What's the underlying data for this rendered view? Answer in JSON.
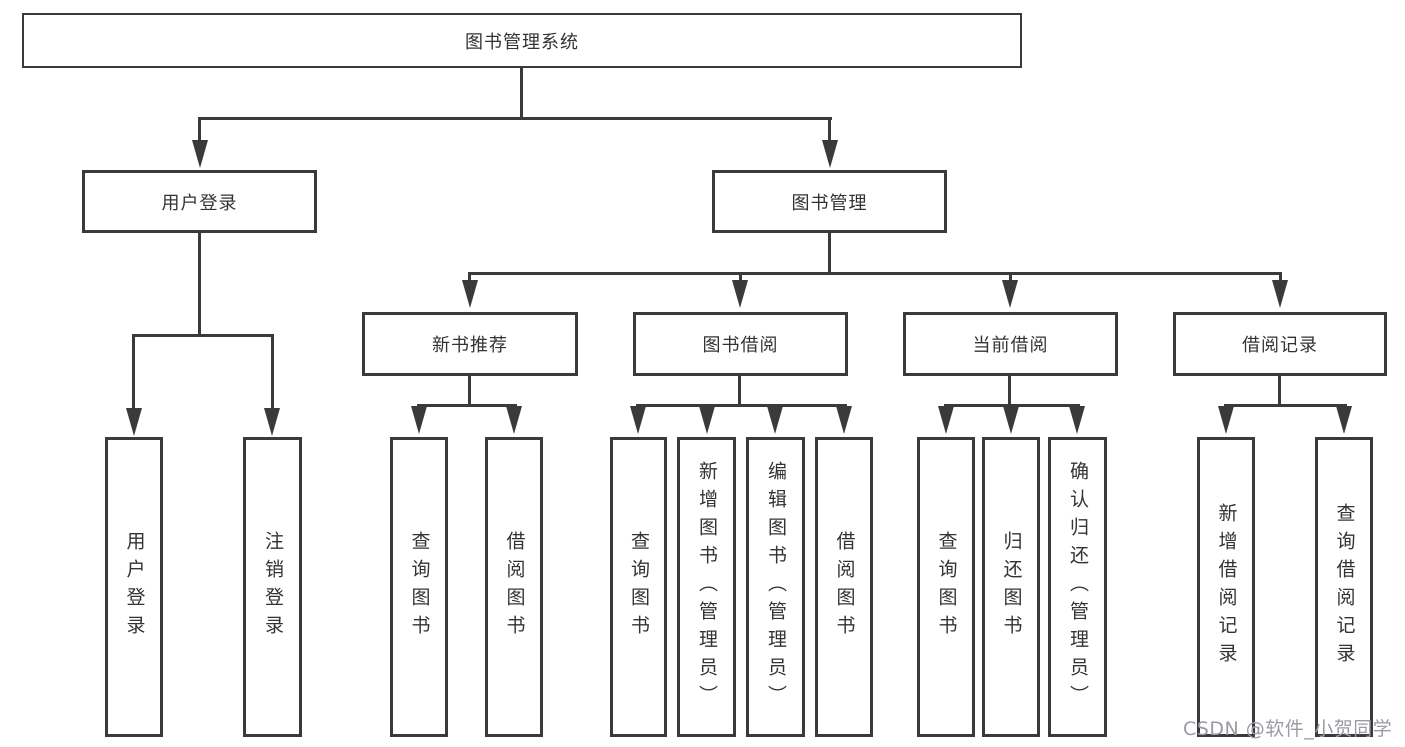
{
  "diagram": {
    "colors": {
      "line": "#3a3a3a",
      "text": "#333333",
      "background": "#ffffff",
      "watermark": "#9b9ba3"
    },
    "root": {
      "label": "图书管理系统"
    },
    "level2": [
      {
        "label": "用户登录"
      },
      {
        "label": "图书管理"
      }
    ],
    "level3": [
      {
        "label": "新书推荐"
      },
      {
        "label": "图书借阅"
      },
      {
        "label": "当前借阅"
      },
      {
        "label": "借阅记录"
      }
    ],
    "leaves": [
      {
        "label": "用户登录"
      },
      {
        "label": "注销登录"
      },
      {
        "label": "查询图书"
      },
      {
        "label": "借阅图书"
      },
      {
        "label": "查询图书"
      },
      {
        "label": "新增图书（管理员）"
      },
      {
        "label": "编辑图书（管理员）"
      },
      {
        "label": "借阅图书"
      },
      {
        "label": "查询图书"
      },
      {
        "label": "归还图书"
      },
      {
        "label": "确认归还（管理员）"
      },
      {
        "label": "新增借阅记录"
      },
      {
        "label": "查询借阅记录"
      }
    ]
  },
  "watermark": {
    "text": "CSDN @软件_小贺同学"
  }
}
